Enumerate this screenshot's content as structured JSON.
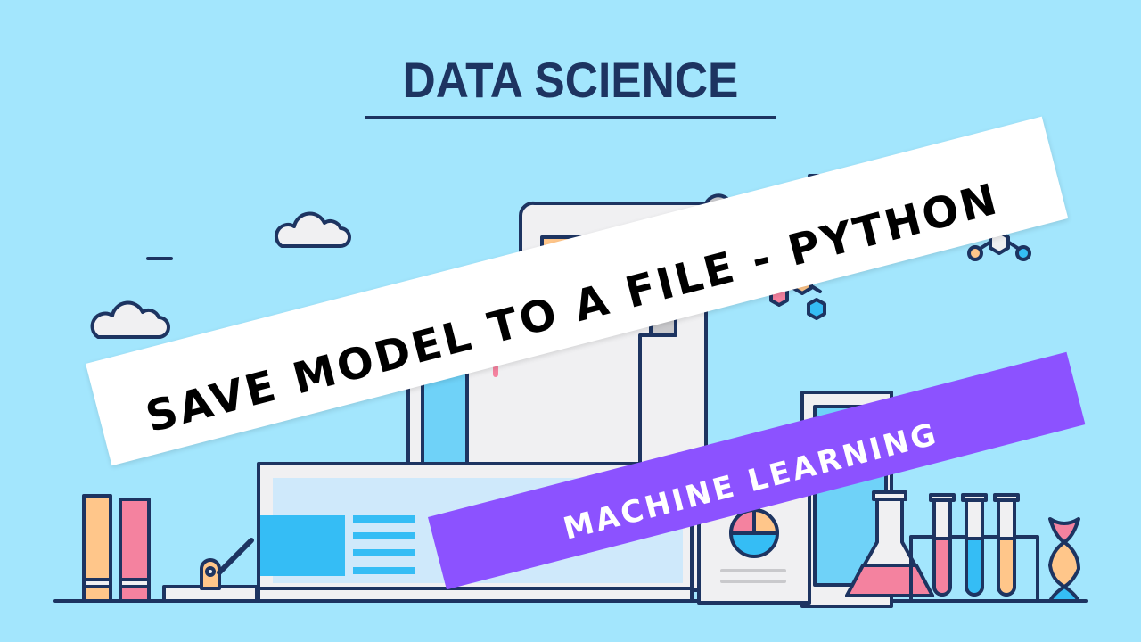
{
  "header": {
    "title": "DATA SCIENCE"
  },
  "banners": {
    "main_title": "SAVE MODEL TO A FILE - PYTHON",
    "subtitle": "MACHINE LEARNING"
  },
  "colors": {
    "background": "#a3e6fd",
    "title_navy": "#1d3461",
    "banner_white": "#ffffff",
    "banner_purple": "#8c52ff",
    "accent_orange": "#ffc68a",
    "accent_pink": "#f4829f",
    "accent_blue": "#35bdf5",
    "paper_gray": "#f0f0f2"
  },
  "illustration": {
    "icons": [
      "cloud-icon",
      "cloud-icon",
      "cloud-icon",
      "share-nodes-icon",
      "triangle-network-icon",
      "molecule-icon",
      "hexagon-molecule-icon",
      "document-scroll-icon",
      "monitor-icon",
      "books-icon",
      "microscope-icon",
      "pie-chart-document-icon",
      "flask-icon",
      "test-tubes-icon",
      "dna-icon"
    ]
  }
}
